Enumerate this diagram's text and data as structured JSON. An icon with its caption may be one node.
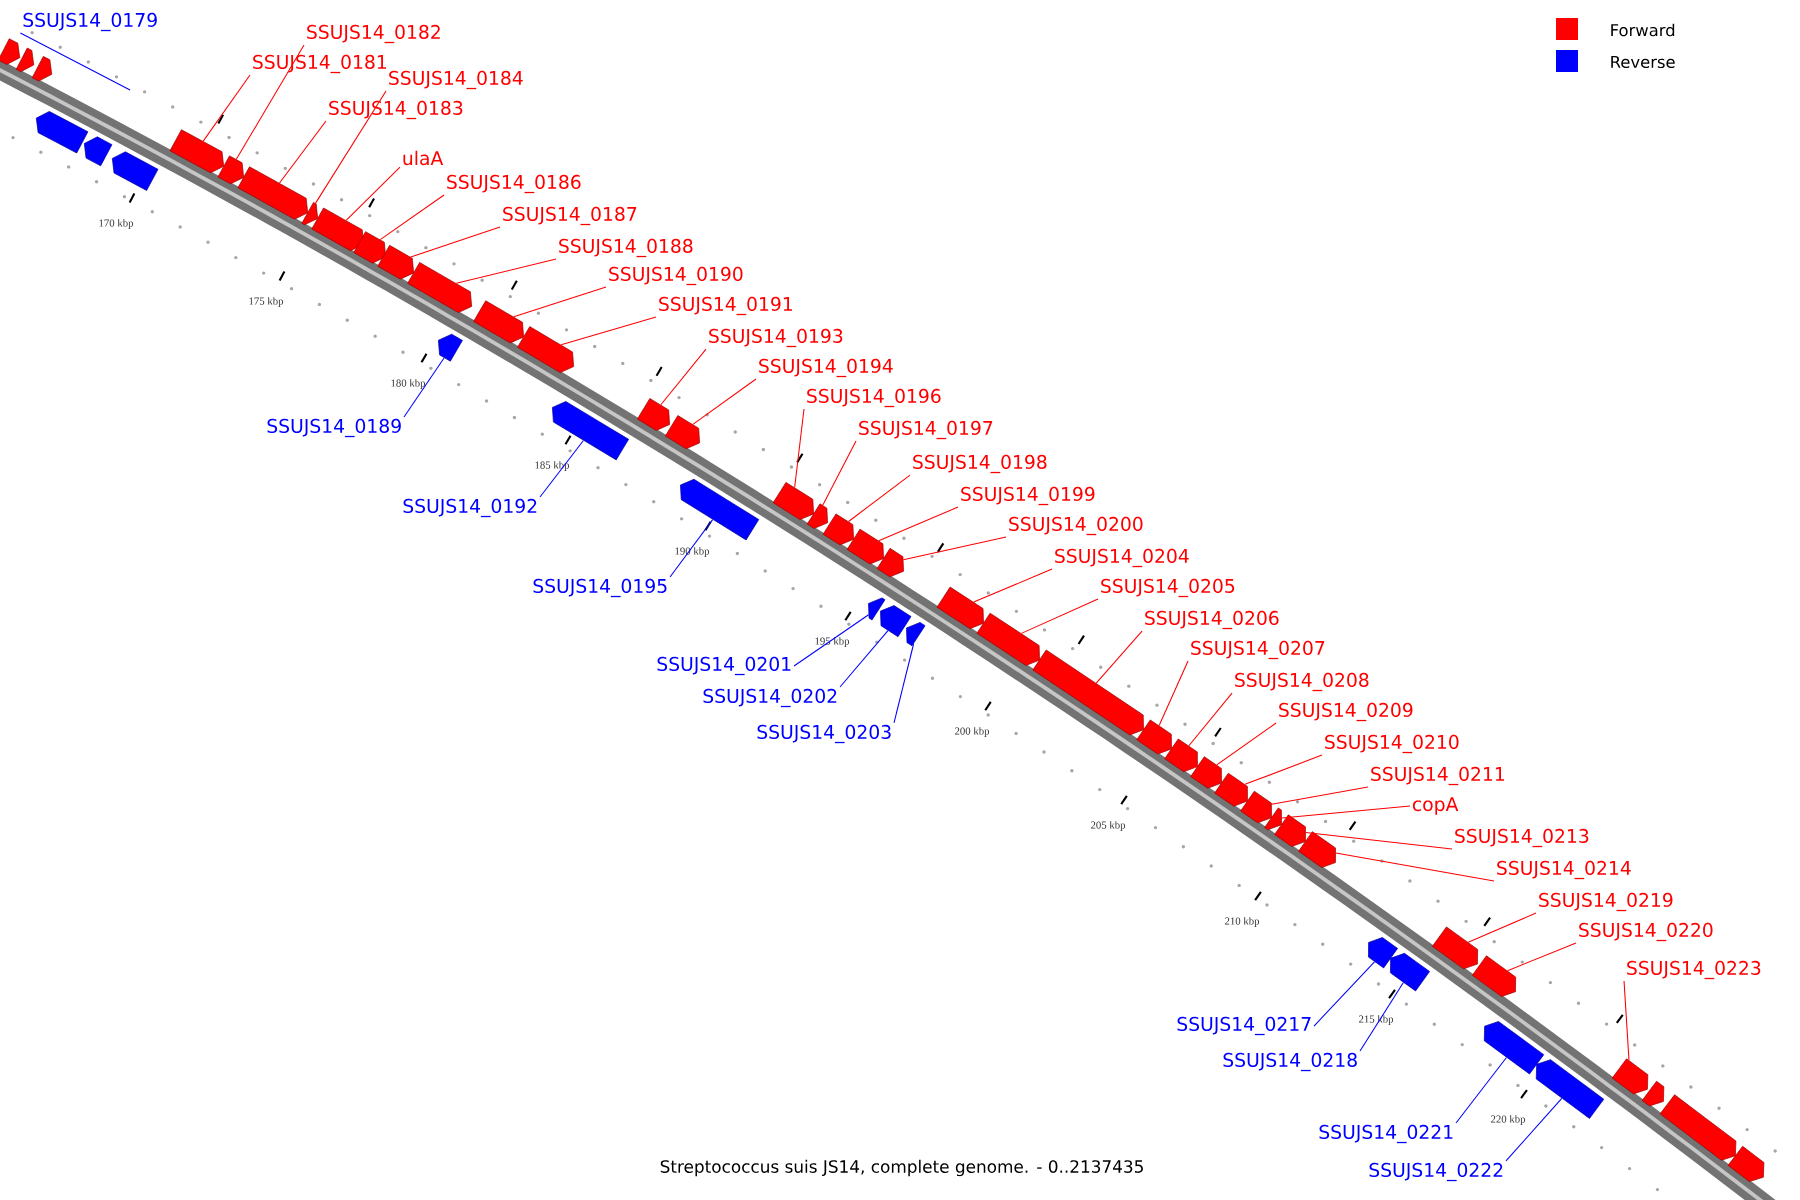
{
  "diagram": {
    "caption": "Streptococcus suis JS14, complete genome. - 0..2137435",
    "nodes": [
      {
        "text": [],
        "shape": "bar"
      },
      {
        "text": [],
        "shape": "bar"
      },
      {
        "text": [],
        "shape": "bar"
      },
      {
        "text": [
          "SSUJS14_0179"
        ]
      },
      {
        "text": [],
        "shape": "bar"
      },
      {
        "text": [],
        "shape": "bar"
      },
      {
        "text": [],
        "shape": "bar"
      },
      {
        "text": [
          "SSUJS14_0182"
        ]
      },
      {
        "text": [
          "SSUJS14_0181"
        ]
      },
      {
        "text": [],
        "shape": "bar"
      },
      {
        "text": [],
        "shape": "bar"
      },
      {
        "text": [
          "SSUJS14_0184"
        ]
      },
      {
        "text": [
          "SSUJS14_0183"
        ]
      },
      {
        "text": [],
        "shape": "bar"
      },
      {
        "text": [],
        "shape": "bar"
      },
      {
        "text": [
          "ulaA"
        ]
      },
      {
        "text": [],
        "shape": "bar"
      },
      {
        "text": [
          "SSUJS14_0186"
        ]
      },
      {
        "text": [],
        "shape": "bar"
      },
      {
        "text": [
          "SSUJS14_0187"
        ]
      },
      {
        "text": [],
        "shape": "bar"
      },
      {
        "text": [
          "SSUJS14_0188"
        ]
      },
      {
        "text": [],
        "shape": "bar"
      },
      {
        "text": [
          "SSUJS14_0190"
        ]
      },
      {
        "text": [],
        "shape": "bar"
      },
      {
        "text": [
          "SSUJS14_0191"
        ]
      },
      {
        "text": [],
        "shape": "bar"
      },
      {
        "text": [
          "SSUJS14_0189"
        ]
      },
      {
        "text": [],
        "shape": "bar"
      },
      {
        "text": [
          "SSUJS14_0193"
        ]
      },
      {
        "text": [],
        "shape": "bar"
      },
      {
        "text": [
          "SSUJS14_0194"
        ]
      },
      {
        "text": [],
        "shape": "bar"
      },
      {
        "text": [
          "SSUJS14_0192"
        ]
      },
      {
        "text": [],
        "shape": "bar"
      },
      {
        "text": [
          "SSUJS14_0196"
        ]
      },
      {
        "text": [],
        "shape": "bar"
      },
      {
        "text": [
          "SSUJS14_0197"
        ]
      },
      {
        "text": [],
        "shape": "bar"
      },
      {
        "text": [
          "SSUJS14_0198"
        ]
      },
      {
        "text": [],
        "shape": "bar"
      },
      {
        "text": [
          "SSUJS14_0199"
        ]
      },
      {
        "text": [],
        "shape": "bar"
      },
      {
        "text": [
          "SSUJS14_0200"
        ]
      },
      {
        "text": [],
        "shape": "bar"
      },
      {
        "text": [
          "SSUJS14_0204"
        ]
      },
      {
        "text": [],
        "shape": "bar"
      },
      {
        "text": [
          "SSUJS14_0195"
        ]
      },
      {
        "text": [],
        "shape": "bar"
      },
      {
        "text": [
          "SSUJS14_0205"
        ]
      },
      {
        "text": [],
        "shape": "bar"
      },
      {
        "text": [
          "SSUJS14_0201"
        ]
      },
      {
        "text": [],
        "shape": "bar"
      },
      {
        "text": [
          "SSUJS14_0202"
        ]
      },
      {
        "text": [],
        "shape": "bar"
      },
      {
        "text": [
          "SSUJS14_0203"
        ]
      },
      {
        "text": [],
        "shape": "bar"
      },
      {
        "text": [
          "SSUJS14_0206"
        ]
      },
      {
        "text": [],
        "shape": "bar"
      },
      {
        "text": [
          "SSUJS14_0207"
        ]
      },
      {
        "text": [],
        "shape": "bar"
      },
      {
        "text": [
          "SSUJS14_0208"
        ]
      },
      {
        "text": [],
        "shape": "bar"
      },
      {
        "text": [
          "SSUJS14_0209"
        ]
      },
      {
        "text": [],
        "shape": "bar"
      },
      {
        "text": [
          "SSUJS14_0210"
        ]
      },
      {
        "text": [],
        "shape": "bar"
      },
      {
        "text": [
          "SSUJS14_0211"
        ]
      },
      {
        "text": [],
        "shape": "bar"
      },
      {
        "text": [
          "copA"
        ]
      },
      {
        "text": [],
        "shape": "bar"
      },
      {
        "text": [
          "SSUJS14_0213"
        ]
      },
      {
        "text": [],
        "shape": "bar"
      },
      {
        "text": [
          "SSUJS14_0214"
        ]
      },
      {
        "text": [],
        "shape": "bar"
      },
      {
        "text": [
          "SSUJS14_0219"
        ]
      },
      {
        "text": [],
        "shape": "bar"
      },
      {
        "text": [
          "SSUJS14_0220"
        ]
      },
      {
        "text": [],
        "shape": "bar"
      },
      {
        "text": [
          "SSUJS14_0217"
        ]
      },
      {
        "text": [],
        "shape": "bar"
      },
      {
        "text": [
          "SSUJS14_0218"
        ]
      },
      {
        "text": [],
        "shape": "bar"
      },
      {
        "text": [
          "SSUJS14_0223"
        ]
      },
      {
        "text": [],
        "shape": "bar"
      },
      {
        "text": [],
        "shape": "bar"
      },
      {
        "text": [],
        "shape": "bar"
      },
      {
        "text": [],
        "shape": "bar"
      },
      {
        "text": [
          "SSUJS14_0221"
        ]
      },
      {
        "text": [],
        "shape": "bar"
      },
      {
        "text": [
          "SSUJS14_0222"
        ]
      },
      {
        "text": [],
        "shape": "bar"
      }
    ],
    "edges": [
      {
        "from": 3,
        "to": null,
        "arrow": "none",
        "color": "#0000ff"
      },
      {
        "from": 8,
        "to": 9,
        "arrow": "none"
      },
      {
        "from": 7,
        "to": 10,
        "arrow": "none"
      },
      {
        "from": 12,
        "to": 13,
        "arrow": "none"
      },
      {
        "from": 11,
        "to": 14,
        "arrow": "none"
      },
      {
        "from": 15,
        "to": 16,
        "arrow": "none"
      },
      {
        "from": 17,
        "to": 18,
        "arrow": "none"
      },
      {
        "from": 19,
        "to": 20,
        "arrow": "none"
      },
      {
        "from": 21,
        "to": 22,
        "arrow": "none"
      },
      {
        "from": 23,
        "to": 24,
        "arrow": "none"
      },
      {
        "from": 25,
        "to": 26,
        "arrow": "none"
      },
      {
        "from": 27,
        "to": 28,
        "arrow": "none",
        "color": "#0000ff"
      },
      {
        "from": 29,
        "to": 30,
        "arrow": "none"
      },
      {
        "from": 31,
        "to": 32,
        "arrow": "none"
      },
      {
        "from": 33,
        "to": 34,
        "arrow": "none",
        "color": "#0000ff"
      },
      {
        "from": 35,
        "to": 36,
        "arrow": "none"
      },
      {
        "from": 37,
        "to": 38,
        "arrow": "none"
      },
      {
        "from": 39,
        "to": 40,
        "arrow": "none"
      },
      {
        "from": 41,
        "to": 42,
        "arrow": "none"
      },
      {
        "from": 43,
        "to": 44,
        "arrow": "none"
      },
      {
        "from": 45,
        "to": 46,
        "arrow": "none"
      },
      {
        "from": 47,
        "to": 48,
        "arrow": "none",
        "color": "#0000ff"
      },
      {
        "from": 49,
        "to": 50,
        "arrow": "none"
      },
      {
        "from": 51,
        "to": 52,
        "arrow": "none",
        "color": "#0000ff"
      },
      {
        "from": 53,
        "to": 54,
        "arrow": "none",
        "color": "#0000ff"
      },
      {
        "from": 55,
        "to": 56,
        "arrow": "none",
        "color": "#0000ff"
      },
      {
        "from": 57,
        "to": 58,
        "arrow": "none"
      },
      {
        "from": 59,
        "to": 60,
        "arrow": "none"
      },
      {
        "from": 61,
        "to": 62,
        "arrow": "none"
      },
      {
        "from": 63,
        "to": 64,
        "arrow": "none"
      },
      {
        "from": 65,
        "to": 66,
        "arrow": "none"
      },
      {
        "from": 67,
        "to": 68,
        "arrow": "none"
      },
      {
        "from": 69,
        "to": 70,
        "arrow": "none"
      },
      {
        "from": 71,
        "to": 72,
        "arrow": "none"
      },
      {
        "from": 73,
        "to": 74,
        "arrow": "none"
      },
      {
        "from": 75,
        "to": 76,
        "arrow": "none"
      },
      {
        "from": 77,
        "to": 78,
        "arrow": "none"
      },
      {
        "from": 79,
        "to": 80,
        "arrow": "none",
        "color": "#0000ff"
      },
      {
        "from": 81,
        "to": 82,
        "arrow": "none",
        "color": "#0000ff"
      },
      {
        "from": 83,
        "to": 84,
        "arrow": "none"
      },
      {
        "from": 88,
        "to": 89,
        "arrow": "none",
        "color": "#0000ff"
      },
      {
        "from": 90,
        "to": 91,
        "arrow": "none",
        "color": "#0000ff"
      }
    ],
    "labels": [
      "170 kbp",
      "175 kbp",
      "180 kbp",
      "185 kbp",
      "190 kbp",
      "195 kbp",
      "200 kbp",
      "205 kbp",
      "210 kbp",
      "215 kbp",
      "220 kbp"
    ],
    "legend": [
      {
        "text": "Forward",
        "color": "#ff0000"
      },
      {
        "text": "Reverse",
        "color": "#0000ff"
      }
    ]
  }
}
